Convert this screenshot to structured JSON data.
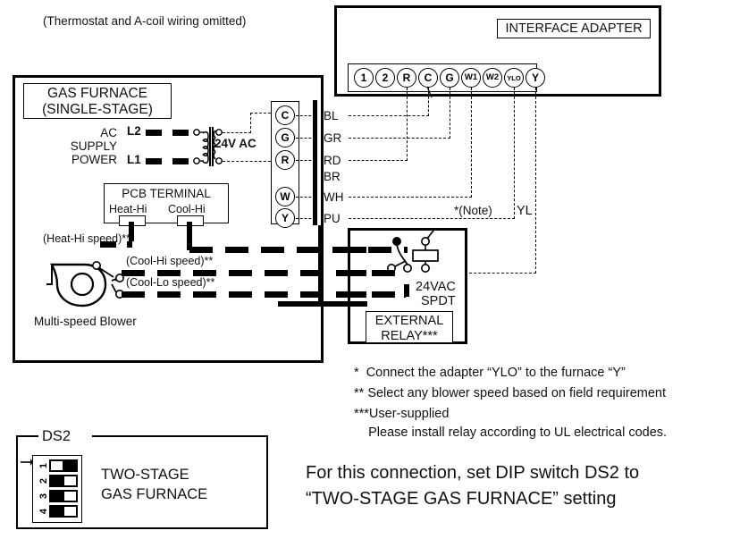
{
  "diagram": {
    "header_note": "(Thermostat and A-coil wiring omitted)",
    "adapter": {
      "title": "INTERFACE ADAPTER",
      "terminals": [
        "1",
        "2",
        "R",
        "C",
        "G",
        "W1",
        "W2",
        "YLO",
        "Y"
      ]
    },
    "furnace": {
      "title_line1": "GAS FURNACE",
      "title_line2": "(SINGLE-STAGE)",
      "power_label_line1": "AC",
      "power_label_line2": "SUPPLY",
      "power_label_line3": "POWER",
      "line_l2": "L2",
      "line_l1": "L1",
      "transformer_label": "24V AC",
      "terminals": [
        "C",
        "G",
        "R",
        "W",
        "Y"
      ],
      "wire_colors": [
        "BL",
        "GR",
        "RD",
        "BR",
        "WH",
        "PU"
      ],
      "pcb": {
        "title": "PCB TERMINAL",
        "tap_heat_hi": "Heat-Hi",
        "tap_cool_hi": "Cool-Hi"
      },
      "blower": {
        "caption": "Multi-speed Blower",
        "speed_heat_hi": "(Heat-Hi speed)**",
        "speed_cool_hi": "(Cool-Hi speed)**",
        "speed_cool_lo": "(Cool-Lo speed)**"
      }
    },
    "relay": {
      "spec_line1": "24VAC",
      "spec_line2": "SPDT",
      "label_line1": "EXTERNAL",
      "label_line2": "RELAY***"
    },
    "annotations": {
      "note_marker": "*(Note)",
      "yl_label": "YL"
    },
    "notes": [
      "*  Connect the adapter “YLO” to the furnace “Y”",
      "** Select any blower speed based on field requirement",
      "***User-supplied",
      "    Please install relay according to UL electrical codes."
    ],
    "ds2": {
      "title": "DS2",
      "setting_line1": "TWO-STAGE",
      "setting_line2": "GAS FURNACE",
      "switch_numbers": [
        "1",
        "2",
        "3",
        "4"
      ],
      "switch_positions": [
        "left",
        "right",
        "right",
        "right"
      ]
    },
    "instruction": {
      "line1": "For this connection, set DIP switch DS2 to",
      "line2": "“TWO-STAGE GAS FURNACE” setting"
    },
    "colors": {
      "ink": "#000000",
      "paper": "#ffffff"
    }
  }
}
